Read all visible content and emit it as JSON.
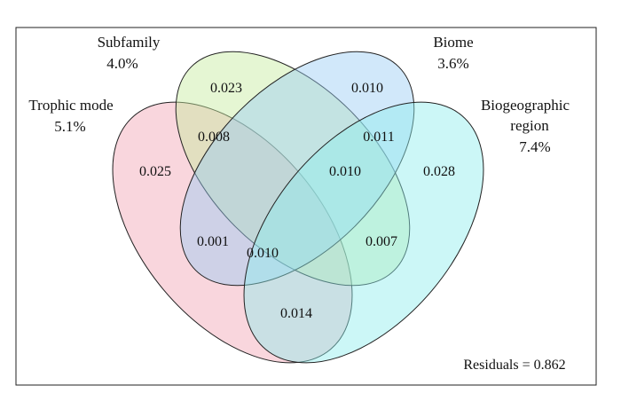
{
  "diagram": {
    "type": "venn-4",
    "sets": [
      {
        "key": "trophic",
        "name": "Trophic mode",
        "percent": "5.1%",
        "color": "#f2a3b4"
      },
      {
        "key": "subfamily",
        "name": "Subfamily",
        "percent": "4.0%",
        "color": "#c6ec9e"
      },
      {
        "key": "biome",
        "name": "Biome",
        "percent": "3.6%",
        "color": "#99ccf5"
      },
      {
        "key": "region",
        "name_lines": [
          "Biogeographic",
          "region"
        ],
        "percent": "7.4%",
        "color": "#8deded"
      }
    ],
    "regions": {
      "trophic_only": "0.025",
      "subfamily_only": "0.023",
      "biome_only": "0.010",
      "region_only": "0.028",
      "trophic_subfamily": "0.008",
      "biome_region": "0.011",
      "subfamily_biome_region": "0.010",
      "trophic_subfamily_biome": "0.001",
      "all_four": "0.010",
      "subfamily_region": "0.007",
      "trophic_region": "0.014"
    },
    "residuals": "Residuals = 0.862",
    "fill_opacity": 0.45
  }
}
